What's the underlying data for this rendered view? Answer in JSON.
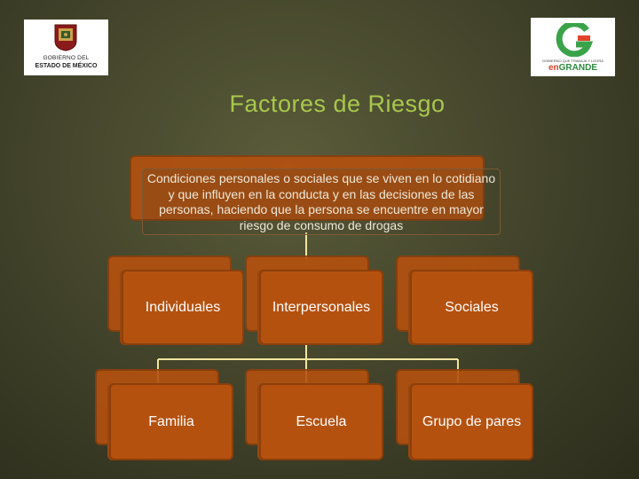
{
  "logos": {
    "left": {
      "line1": "GOBIERNO DEL",
      "line2": "ESTADO DE MÉXICO"
    },
    "right": {
      "mark": "G",
      "tagline": "GOBIERNO QUE TRABAJA Y LOGRA",
      "word_a": "en",
      "word_b": "GRANDE"
    }
  },
  "title": "Factores de Riesgo",
  "definition": "Condiciones personales o sociales que se viven en lo cotidiano y que influyen en la conducta y en las decisiones de las personas, haciendo que la persona se encuentre en mayor riesgo de consumo de drogas",
  "level1": [
    "Individuales",
    "Interpersonales",
    "Sociales"
  ],
  "level2": [
    "Familia",
    "Escuela",
    "Grupo de pares"
  ],
  "colors": {
    "box": "#b5510f",
    "title": "#a8c84c",
    "connector": "#f2e4a0"
  }
}
